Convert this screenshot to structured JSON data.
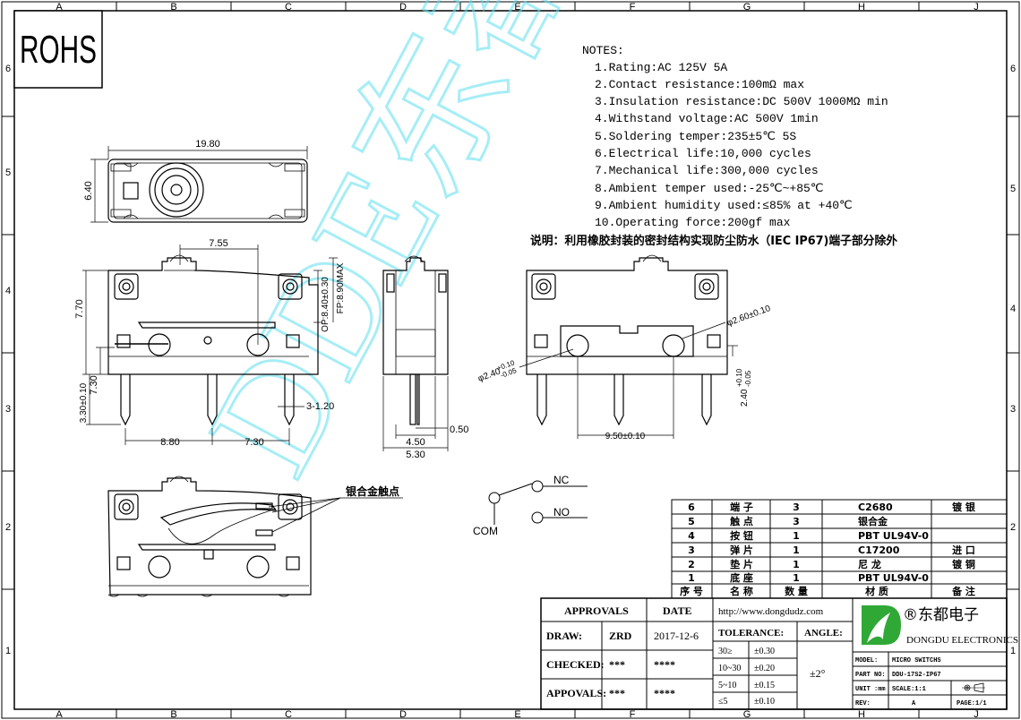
{
  "grid": {
    "cols": [
      "A",
      "B",
      "C",
      "D",
      "E",
      "F",
      "G",
      "H",
      "J"
    ],
    "rows": [
      "6",
      "5",
      "4",
      "3",
      "2",
      "1"
    ]
  },
  "rohs_label": "ROHS",
  "notes": {
    "heading": "NOTES:",
    "items": [
      "1.Rating:AC 125V 5A",
      "2.Contact resistance:100mΩ  max",
      "3.Insulation resistance:DC 500V 1000MΩ  min",
      "4.Withstand voltage:AC 500V 1min",
      "5.Soldering temper:235±5℃ 5S",
      "6.Electrical life:10,000 cycles",
      "7.Mechanical life:300,000 cycles",
      "8.Ambient temper used:-25℃~+85℃",
      "9.Ambient humidity used:≤85% at +40℃",
      "10.Operating force:200gf max"
    ],
    "remark": "说明：利用橡胶封装的密封结构实现防尘防水（IEC IP67)端子部分除外"
  },
  "dims": {
    "top_width": "19.80",
    "top_height": "6.40",
    "actuator_pos": "7.55",
    "op_pos": "OP:8.40±0.30",
    "fp_max": "FP:8.90MAX",
    "body_h": "7.70",
    "pin_base": "7.30",
    "pin_len": "3.30±0.10",
    "pin1_2": "8.80",
    "pin2_3": "7.30",
    "pin_w": "3-1.20",
    "side_w1": "4.50",
    "side_w2": "5.30",
    "side_t": "0.50",
    "hole_big": "φ2.60±0.10",
    "hole_small_main": "φ2.40",
    "hole_small_tol_plus": "+0.10",
    "hole_small_tol_minus": "-0.05",
    "hole_h_main": "2.40",
    "hole_h_tol_plus": "+0.10",
    "hole_h_tol_minus": "-0.05",
    "hole_pitch": "9.50±0.10"
  },
  "contact_label": "银合金触点",
  "schematic": {
    "nc": "NC",
    "no": "NO",
    "com": "COM"
  },
  "watermark": "DDE东都",
  "bom": {
    "header": [
      "序 号",
      "名 称",
      "数 量",
      "材 质",
      "备 注"
    ],
    "rows": [
      [
        "6",
        "端 子",
        "3",
        "C2680",
        "镀 银"
      ],
      [
        "5",
        "触 点",
        "3",
        "银合金",
        ""
      ],
      [
        "4",
        "按 钮",
        "1",
        "PBT UL94V-0",
        ""
      ],
      [
        "3",
        "弹 片",
        "1",
        "C17200",
        "进 口"
      ],
      [
        "2",
        "垫 片",
        "1",
        "尼 龙",
        "镀 铜"
      ],
      [
        "1",
        "底 座",
        "1",
        "PBT UL94V-0",
        ""
      ]
    ]
  },
  "title_block": {
    "approvals": "APPROVALS",
    "date_label": "DATE",
    "draw_label": "DRAW:",
    "draw_by": "ZRD",
    "draw_date": "2017-12-6",
    "checked_label": "CHECKED:",
    "checked_by": "***",
    "checked_date": "****",
    "appvals_label": "APPOVALS:",
    "appvals_by": "***",
    "appvals_date": "****",
    "website": "http://www.dongdudz.com",
    "tolerance_label": "TOLERANCE:",
    "angle_label": "ANGLE:",
    "tolerances": [
      [
        "30≥",
        "±0.30"
      ],
      [
        "10~30",
        "±0.20"
      ],
      [
        "5~10",
        "±0.15"
      ],
      [
        "≤5",
        "±0.10"
      ]
    ],
    "angle_value": "±2°",
    "company_cn": "®东都电子",
    "company_en": "DONGDU ELECTRONICS",
    "model_label": "MODEL:",
    "model_value": "MICRO SWITCHS",
    "part_label": "PART NO:",
    "part_value": "DDU-17S2-IP67",
    "unit_label": "UNIT :mm",
    "scale_label": "SCALE:1:1",
    "rev_label": "REV:",
    "rev_value": "A",
    "page_label": "PAGE:1/1"
  },
  "colors": {
    "line": "#000000",
    "watermark": "#5fe0f0",
    "logo_green": "#2fa836"
  }
}
